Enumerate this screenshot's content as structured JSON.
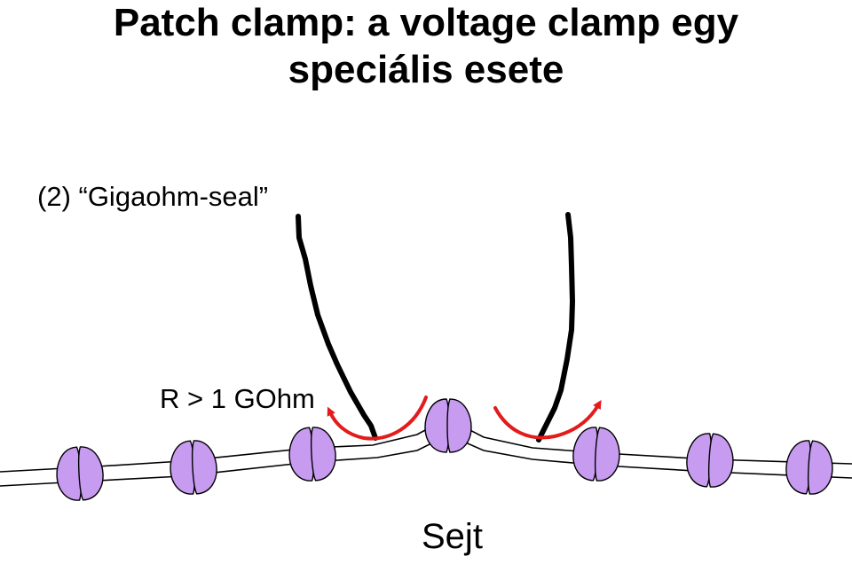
{
  "title": {
    "line1": "Patch clamp: a voltage clamp egy",
    "line2": "speciális esete"
  },
  "step_label": "(2) “Gigaohm-seal”",
  "resistance_label": "R > 1 GOhm",
  "cell_label": "Sejt",
  "colors": {
    "pipette": "#000000",
    "membrane": "#000000",
    "seal_arrows": "#e31b1b",
    "channel_fill": "#c79bf0",
    "channel_stroke": "#000000"
  },
  "icons": [
    "ion-channel-icon",
    "curved-arrow-icon"
  ]
}
